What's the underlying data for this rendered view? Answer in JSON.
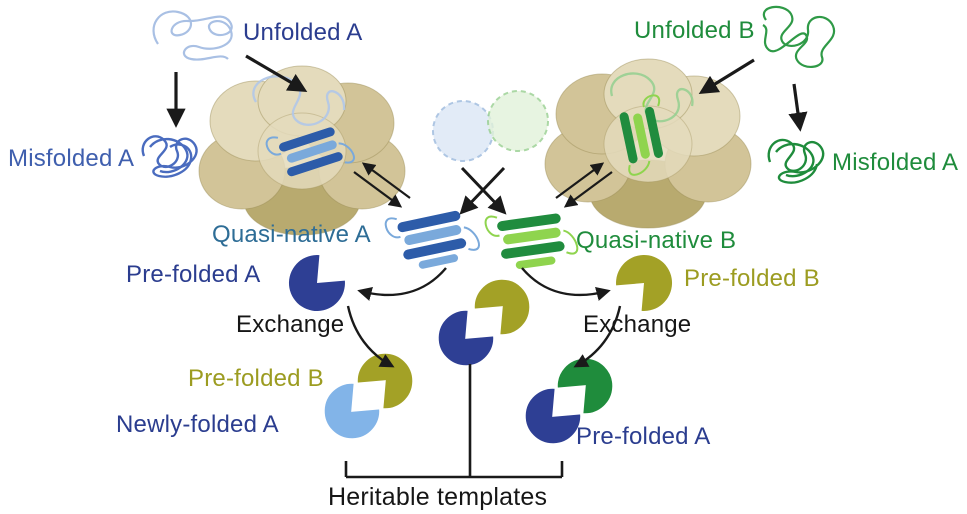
{
  "figure": {
    "labels": {
      "unfolded_a": "Unfolded A",
      "unfolded_b": "Unfolded B",
      "misfolded_a_left": "Misfolded A",
      "misfolded_a_right": "Misfolded A",
      "quasi_native_a": "Quasi-native A",
      "quasi_native_b": "Quasi-native B",
      "pre_folded_a_upper": "Pre-folded A",
      "pre_folded_b_upper": "Pre-folded B",
      "exchange_left": "Exchange",
      "exchange_right": "Exchange",
      "pre_folded_b_lower": "Pre-folded B",
      "newly_folded_a": "Newly-folded A",
      "pre_folded_a_lower": "Pre-folded A",
      "heritable_templates": "Heritable templates"
    },
    "colors": {
      "label_dark_blue": "#2b3d8f",
      "label_medium_blue": "#3f5fae",
      "label_teal_blue": "#2e6d96",
      "label_green": "#1f8c3c",
      "label_olive": "#9c9c21",
      "label_black": "#161616",
      "shape_dark_blue": "#2e3f94",
      "shape_light_blue": "#82b4e8",
      "shape_olive": "#a3a126",
      "shape_green": "#1f8c3c",
      "ribbon_blue": "#2d5ca9",
      "ribbon_light_blue": "#7aa9db",
      "ribbon_green": "#208c3e",
      "ribbon_light_green": "#8fd44e",
      "unfolded_a": "#a9c0e4",
      "unfolded_b": "#2f9a47",
      "misfolded_a": "#4a6cbf",
      "misfolded_b": "#1f8c3c",
      "chaperonin_light": "#e4dbbc",
      "chaperonin_mid": "#d2c498",
      "chaperonin_dark": "#b8aa6f",
      "ghost_blue_fill": "#dbe7f6",
      "ghost_blue_stroke": "#9ab8dd",
      "ghost_green_fill": "#e2f2da",
      "ghost_green_stroke": "#97cf8f",
      "arrow": "#1a1a1a"
    }
  }
}
